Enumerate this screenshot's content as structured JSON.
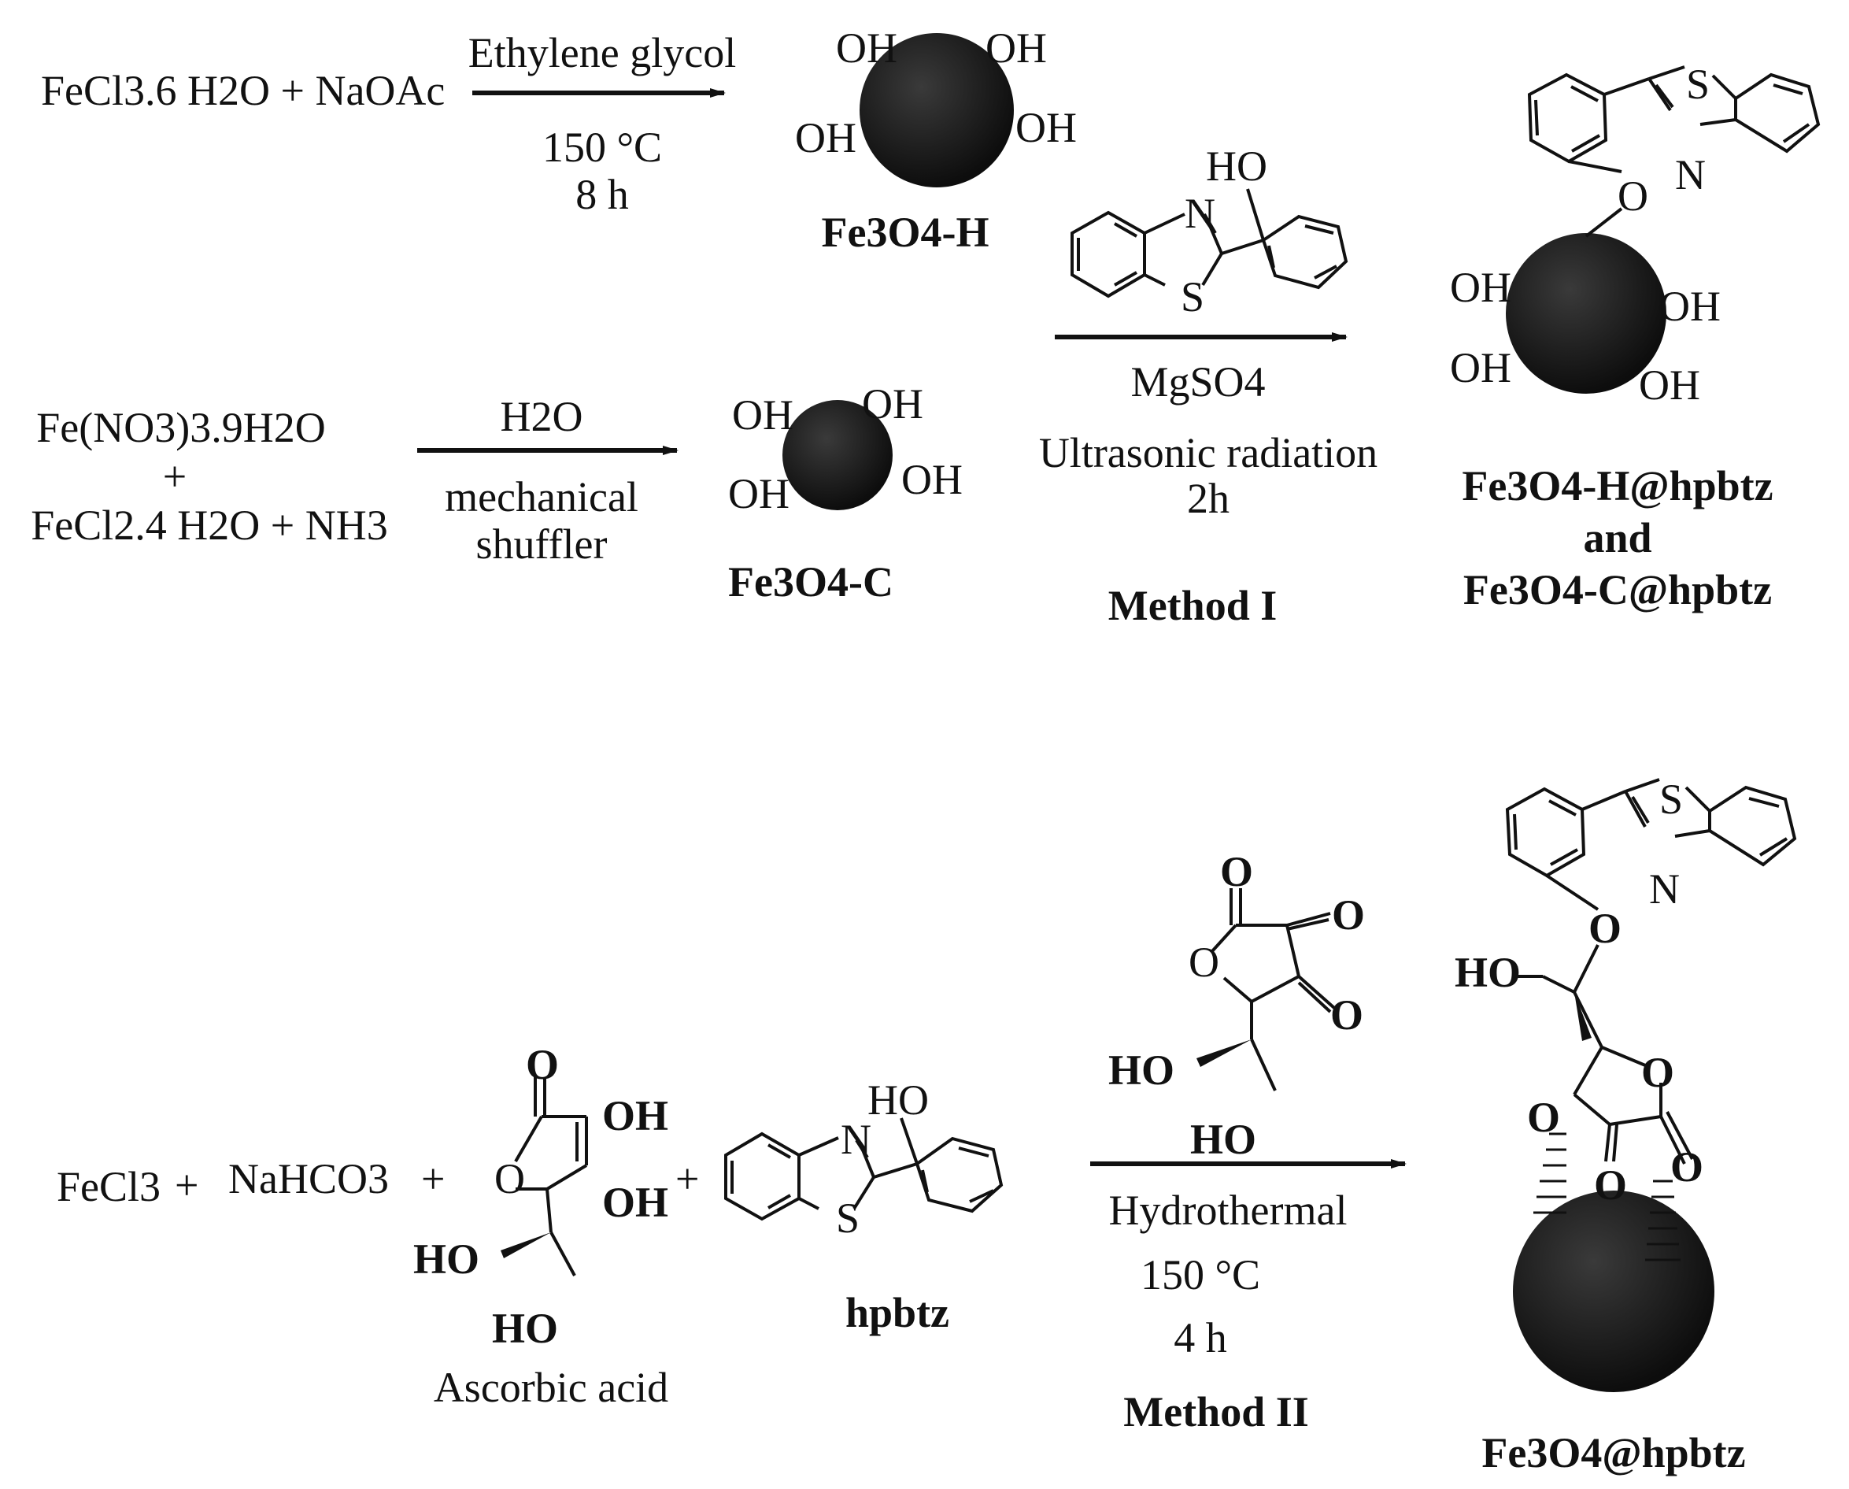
{
  "row1": {
    "reactants": "FeCl3.6 H2O + NaOAc",
    "conditions": [
      "Ethylene glycol",
      "150 °C",
      "8 h"
    ],
    "product_label": "Fe3O4-H"
  },
  "row2": {
    "reactant_line1": "Fe(NO3)3.9H2O",
    "reactant_plus": "+",
    "reactant_line2": "FeCl2.4 H2O + NH3",
    "conditions": [
      "H2O",
      "mechanical",
      "shuffler"
    ],
    "product_label": "Fe3O4-C"
  },
  "method1": {
    "reagent": "MgSO4",
    "conditions": [
      "Ultrasonic radiation",
      "2h"
    ],
    "name": "Method I",
    "product_labels": [
      "Fe3O4-H@hpbtz",
      "and",
      "Fe3O4-C@hpbtz"
    ]
  },
  "method2": {
    "reactant_fecl3": "FeCl3",
    "plus": "+",
    "reactant_nahco3": "NaHCO3",
    "ascorbic_label": "Ascorbic acid",
    "hpbtz_label": "hpbtz",
    "conditions": [
      "Hydrothermal",
      "150 °C",
      "4 h"
    ],
    "name": "Method II",
    "product_label": "Fe3O4@hpbtz"
  },
  "atoms": {
    "OH": "OH",
    "HO": "HO",
    "O": "O",
    "N": "N",
    "S": "S"
  },
  "colors": {
    "particle": "#1a1a1a",
    "line": "#111111"
  }
}
